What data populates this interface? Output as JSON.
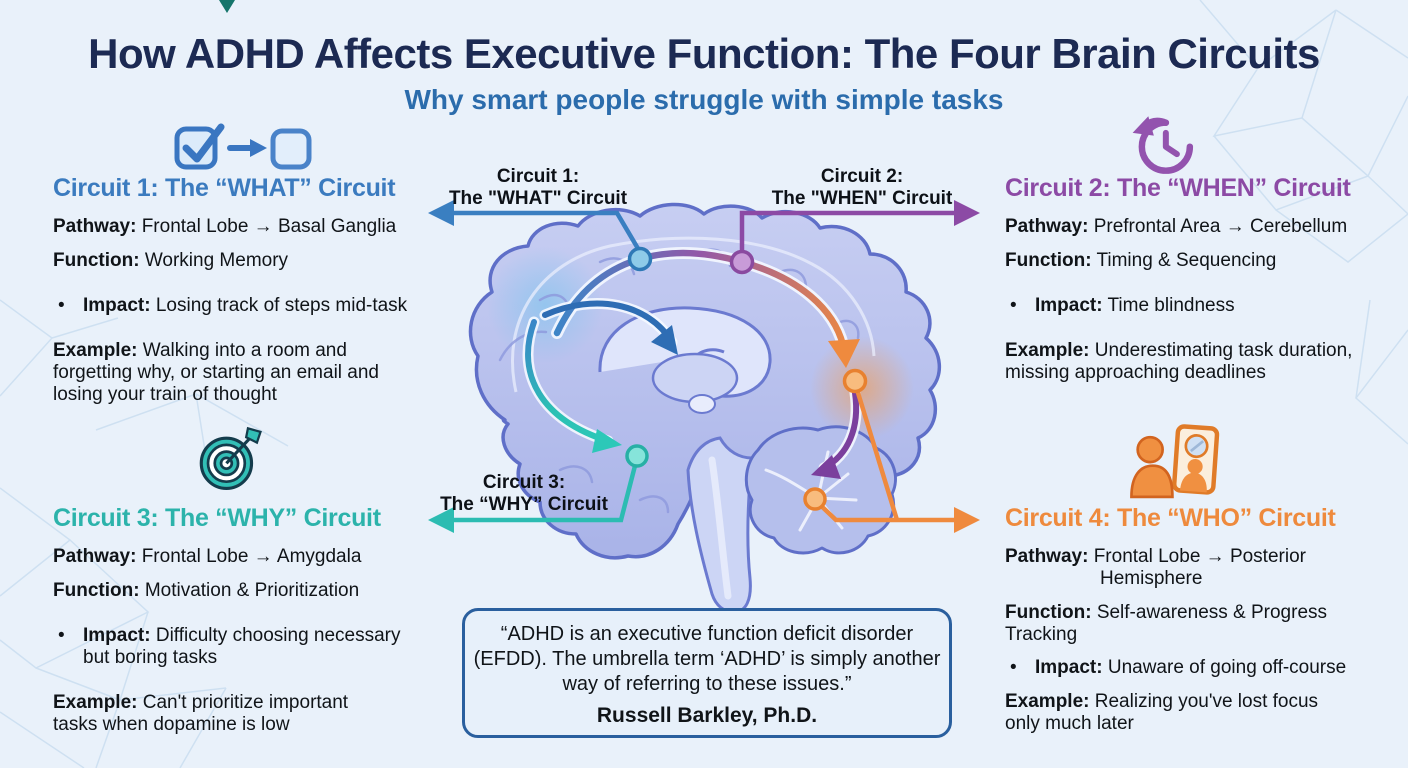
{
  "title": "How ADHD Affects Executive Function: The Four Brain Circuits",
  "subtitle": "Why smart people struggle with simple tasks",
  "colors": {
    "background": "#e9f1fa",
    "title": "#1c2a53",
    "subtitle": "#2b6cac",
    "circuit1_blue": "#3b7bbf",
    "circuit2_purple": "#8c4aa5",
    "circuit3_teal": "#2cb3ab",
    "circuit4_orange": "#ee8a3d",
    "quote_border": "#2a5f9e",
    "body_text": "#101418"
  },
  "labels": {
    "bullet": "•",
    "pathway": "Pathway:",
    "function": "Function:",
    "impact": "Impact:",
    "example": "Example:"
  },
  "circuits": [
    {
      "heading": "Circuit 1: The “WHAT” Circuit",
      "icon": "checkbox-to-empty-box-icon",
      "pathway": "Frontal Lobe → Basal Ganglia",
      "function": "Working Memory",
      "impact": "Losing track of steps mid-task",
      "example": "Walking into a room and\nforgetting why, or starting an email and\nlosing your train of thought"
    },
    {
      "heading": "Circuit 2: The “WHEN” Circuit",
      "icon": "rewind-clock-icon",
      "pathway": "Prefrontal Area → Cerebellum",
      "function": "Timing & Sequencing",
      "impact": "Time blindness",
      "example": "Underestimating task duration,\nmissing approaching deadlines"
    },
    {
      "heading": "Circuit 3: The “WHY” Circuit",
      "icon": "target-dart-icon",
      "pathway": "Frontal Lobe → Amygdala",
      "function": "Motivation & Prioritization",
      "impact": "Difficulty choosing necessary\nbut boring tasks",
      "example": "Can't prioritize important\ntasks when dopamine is low"
    },
    {
      "heading": "Circuit 4: The “WHO” Circuit",
      "icon": "person-mirror-icon",
      "pathway": "Frontal Lobe → Posterior\nHemisphere",
      "function": "Self-awareness & Progress\nTracking",
      "impact": "Unaware of going off-course",
      "example": "Realizing you've lost focus\nonly much later"
    }
  ],
  "brain_labels": {
    "what": {
      "line1": "Circuit 1:",
      "line2": "The \"WHAT\" Circuit"
    },
    "when": {
      "line1": "Circuit 2:",
      "line2": "The \"WHEN\" Circuit"
    },
    "why": {
      "line1": "Circuit 3:",
      "line2": "The “WHY” Circuit"
    }
  },
  "quote": {
    "text": "“ADHD is an executive function deficit disorder\n(EFDD). The umbrella term ‘ADHD’ is simply another\nway of referring to these issues.”",
    "attribution": "Russell Barkley, Ph.D."
  }
}
